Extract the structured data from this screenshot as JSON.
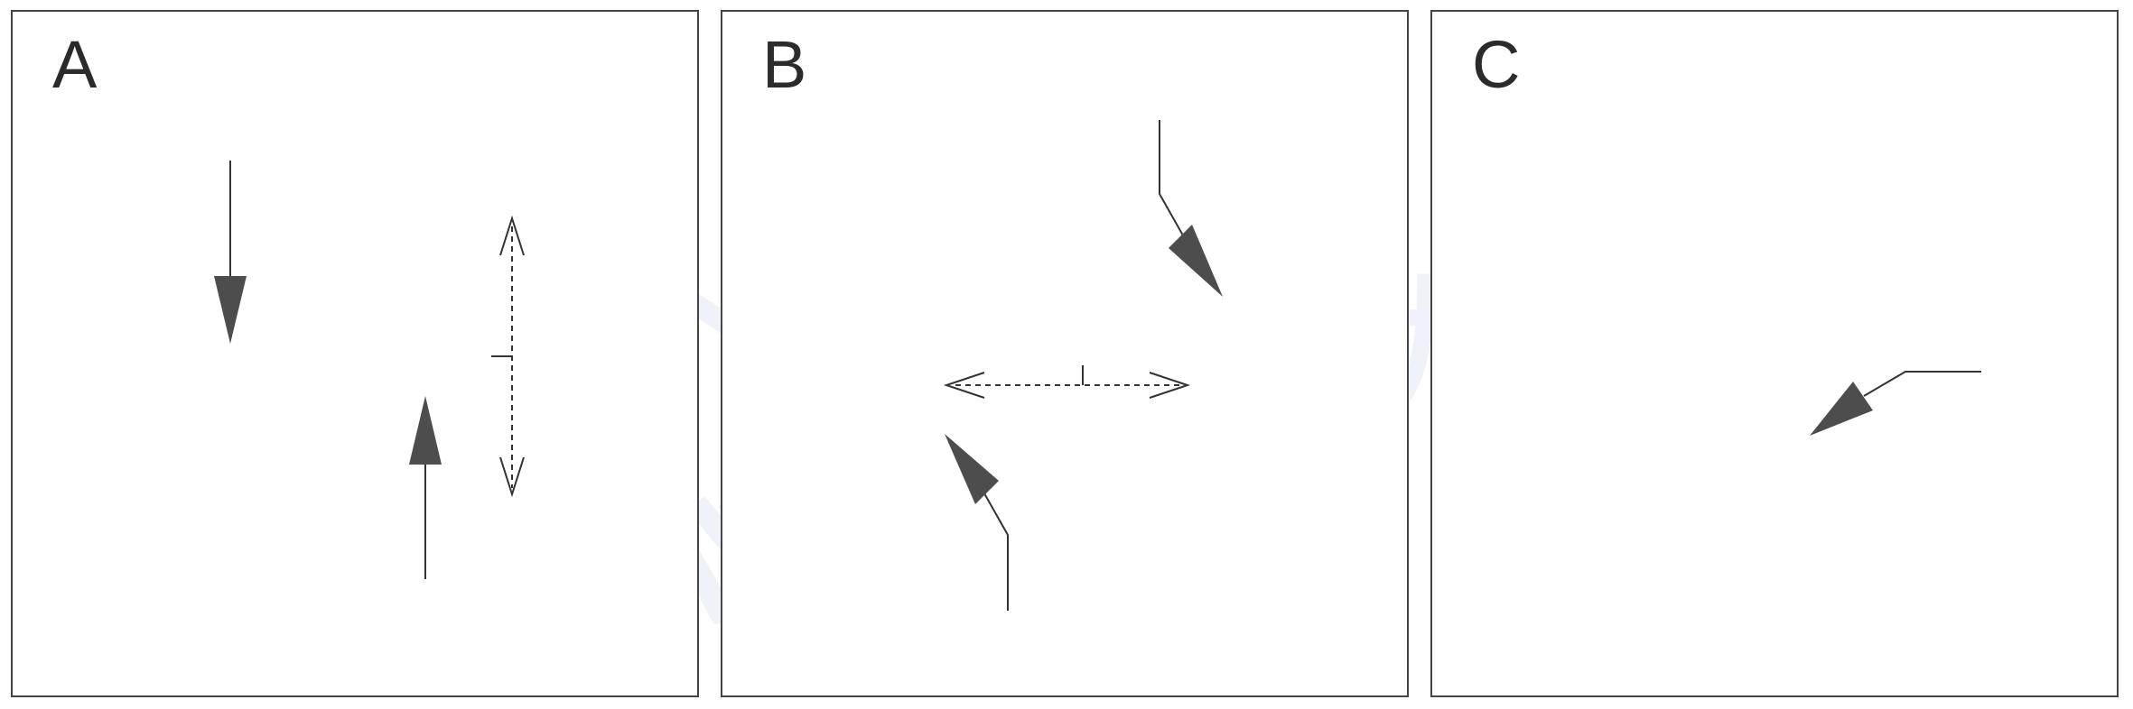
{
  "panels": [
    {
      "label": "A"
    },
    {
      "label": "B"
    },
    {
      "label": "C"
    }
  ],
  "watermark": {
    "brand_cn": "振业优控",
    "brand_en": "ZHENYE",
    "stock_code": "股票代码：839376"
  },
  "colors": {
    "frame": "#444444",
    "arrow_fill": "#4d4d4d",
    "line": "#333333",
    "watermark_blue": "#dde6f2",
    "watermark_green": "#e4efd8"
  }
}
